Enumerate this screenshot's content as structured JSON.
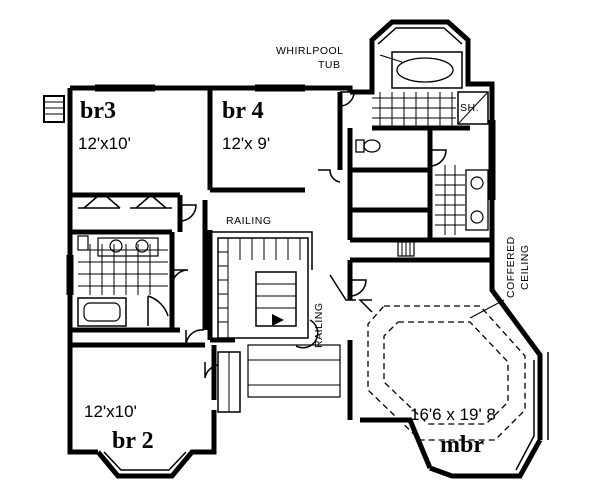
{
  "rooms": {
    "br3": {
      "name": "br3",
      "dims": "12'x10'"
    },
    "br4": {
      "name": "br 4",
      "dims": "12'x 9'"
    },
    "br2": {
      "name": "br 2",
      "dims": "12'x10'"
    },
    "mbr": {
      "name": "mbr",
      "dims": "16'6 x 19' 8"
    }
  },
  "labels": {
    "whirlpool_line1": "WHIRLPOOL",
    "whirlpool_line2": "TUB",
    "shower": "SH.",
    "railing_top": "RAILING",
    "railing_side": "RAILING",
    "coffered_line1": "COFFERED",
    "coffered_line2": "CEILING"
  }
}
